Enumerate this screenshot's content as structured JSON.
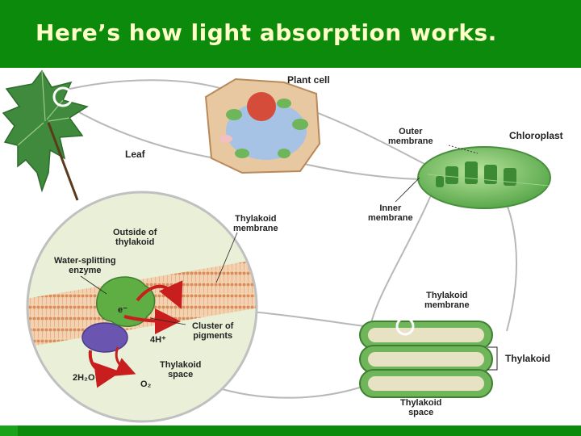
{
  "title": "Here’s how light absorption works.",
  "labels": {
    "plant_cell": "Plant cell",
    "leaf": "Leaf",
    "outer_membrane": "Outer\nmembrane",
    "chloroplast": "Chloroplast",
    "inner_membrane": "Inner\nmembrane",
    "thylakoid_membrane_top": "Thylakoid\nmembrane",
    "outside_of_thylakoid": "Outside of\nthylakoid",
    "water_splitting_enzyme": "Water-splitting\nenzyme",
    "electron": "e⁻",
    "hydrogen_ions": "4H⁺",
    "cluster_of_pigments": "Cluster of\npigments",
    "thylakoid_membrane_right": "Thylakoid\nmembrane",
    "thylakoid": "Thylakoid",
    "thylakoid_space_inset": "Thylakoid\nspace",
    "water": "2H₂O",
    "oxygen": "O₂",
    "thylakoid_space_bottom": "Thylakoid\nspace"
  },
  "colors": {
    "header": "#0b8a0b",
    "title_text": "#ffffc8",
    "leaf": "#3f8a3c",
    "chloroplast": "#7cc46a",
    "membrane": "#e8b48a",
    "pigment_cluster": "#5fae44",
    "enzyme": "#6a55b0",
    "arrow": "#c81e1e"
  }
}
